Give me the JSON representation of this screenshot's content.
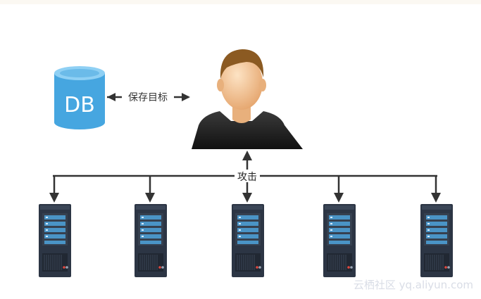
{
  "database": {
    "label": "DB"
  },
  "link_label": "保存目标",
  "attack_label": "攻击",
  "server_count": 5,
  "watermark": "云栖社区 yq.aliyun.com",
  "colors": {
    "db_blue": "#46a6e0",
    "line": "#333333",
    "server_dark": "#2c3544",
    "server_panel": "#4a94c6",
    "skin": "#f2c79a",
    "hair": "#8b5a22",
    "shirt": "#1e1e1e"
  }
}
